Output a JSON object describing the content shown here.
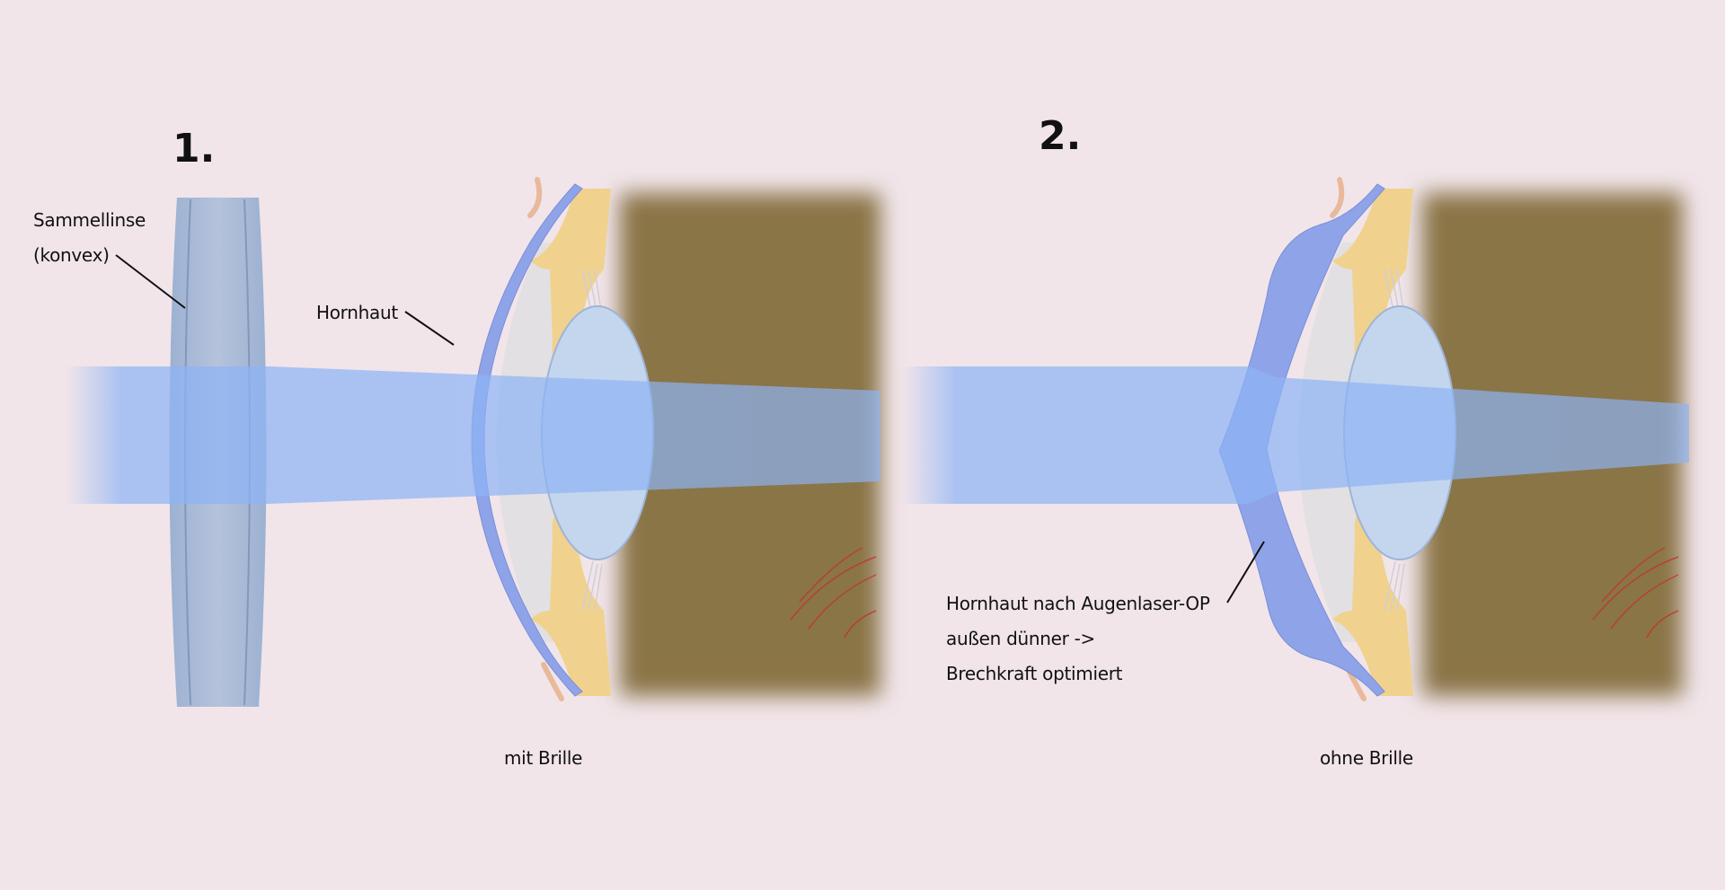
{
  "panels": [
    {
      "number": "1.",
      "caption": "mit Brille",
      "labels": {
        "lens_line1": "Sammellinse",
        "lens_line2": "(konvex)",
        "cornea": "Hornhaut"
      }
    },
    {
      "number": "2.",
      "caption": "ohne Brille",
      "labels": {
        "cornea_line1": "Hornhaut nach Augenlaser-OP",
        "cornea_line2": "außen dünner ->",
        "cornea_line3": "Brechkraft optimiert"
      }
    }
  ],
  "colors": {
    "background": "#f1e5ea",
    "light_beam": "#8db4f5",
    "cornea": "#8fa3e8",
    "iris": "#f0d28e",
    "eye_interior": "#8a7446",
    "eye_lens": "#c4d6ee",
    "glasses_lens": "#9fb5d4"
  }
}
